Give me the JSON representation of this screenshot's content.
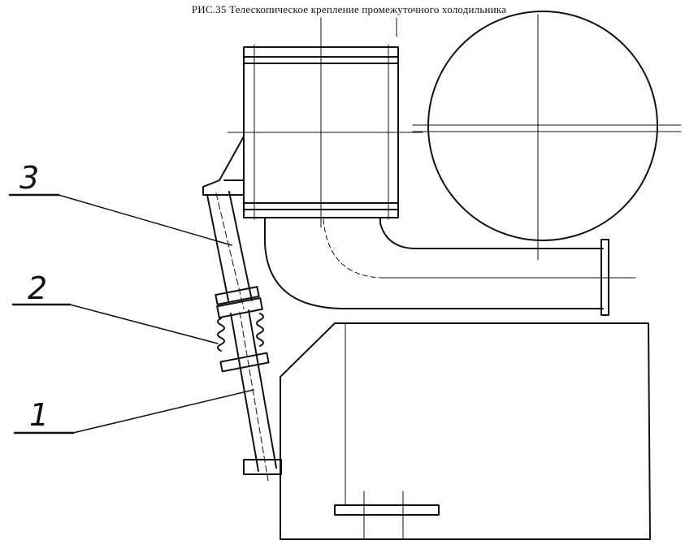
{
  "caption": "РИС.35 Телескопическое крепление промежуточного холодильника",
  "callouts": [
    {
      "id": "1",
      "label": "1"
    },
    {
      "id": "2",
      "label": "2"
    },
    {
      "id": "3",
      "label": "3"
    }
  ]
}
